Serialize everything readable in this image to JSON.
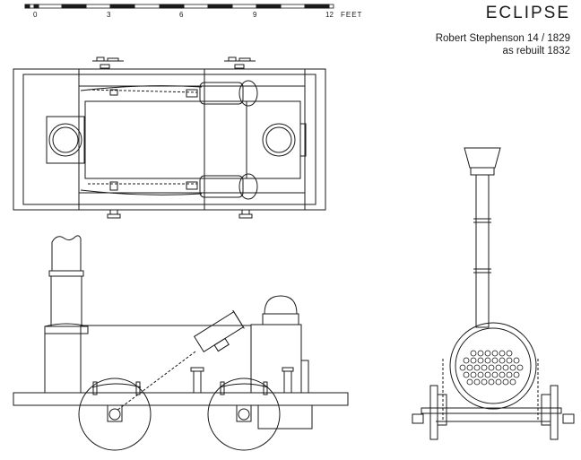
{
  "title": "ECLIPSE",
  "subtitle_line1": "Robert Stephenson 14 / 1829",
  "subtitle_line2": "as rebuilt 1832",
  "scale": {
    "ticks": [
      "0",
      "3",
      "6",
      "9",
      "12"
    ],
    "unit": "FEET"
  },
  "colors": {
    "ink": "#1a1a1a",
    "paper": "#ffffff"
  }
}
